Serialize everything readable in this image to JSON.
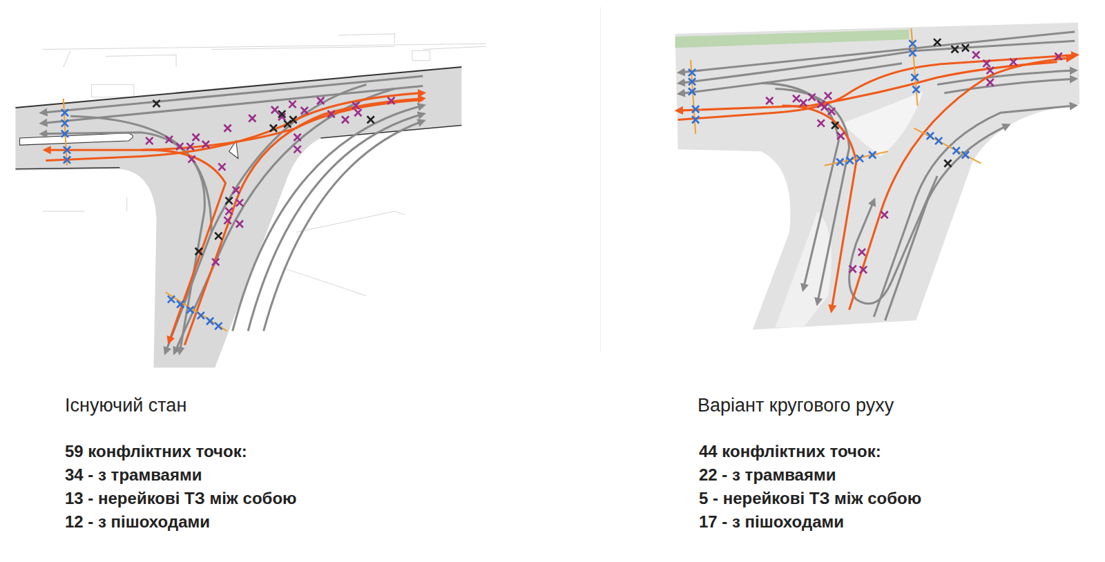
{
  "diagram": {
    "labels": [
      "Існуючий стан",
      "59 конфліктних точок:",
      "34 - з трамваями",
      "13 - нерейкові ТЗ між собою",
      "12 - з пішоходами",
      "Варіант кругового руху",
      "44 конфліктних точок:",
      "22 - з трамваями",
      "5 - нерейкові ТЗ між собою",
      "17 - з пішоходами"
    ]
  }
}
